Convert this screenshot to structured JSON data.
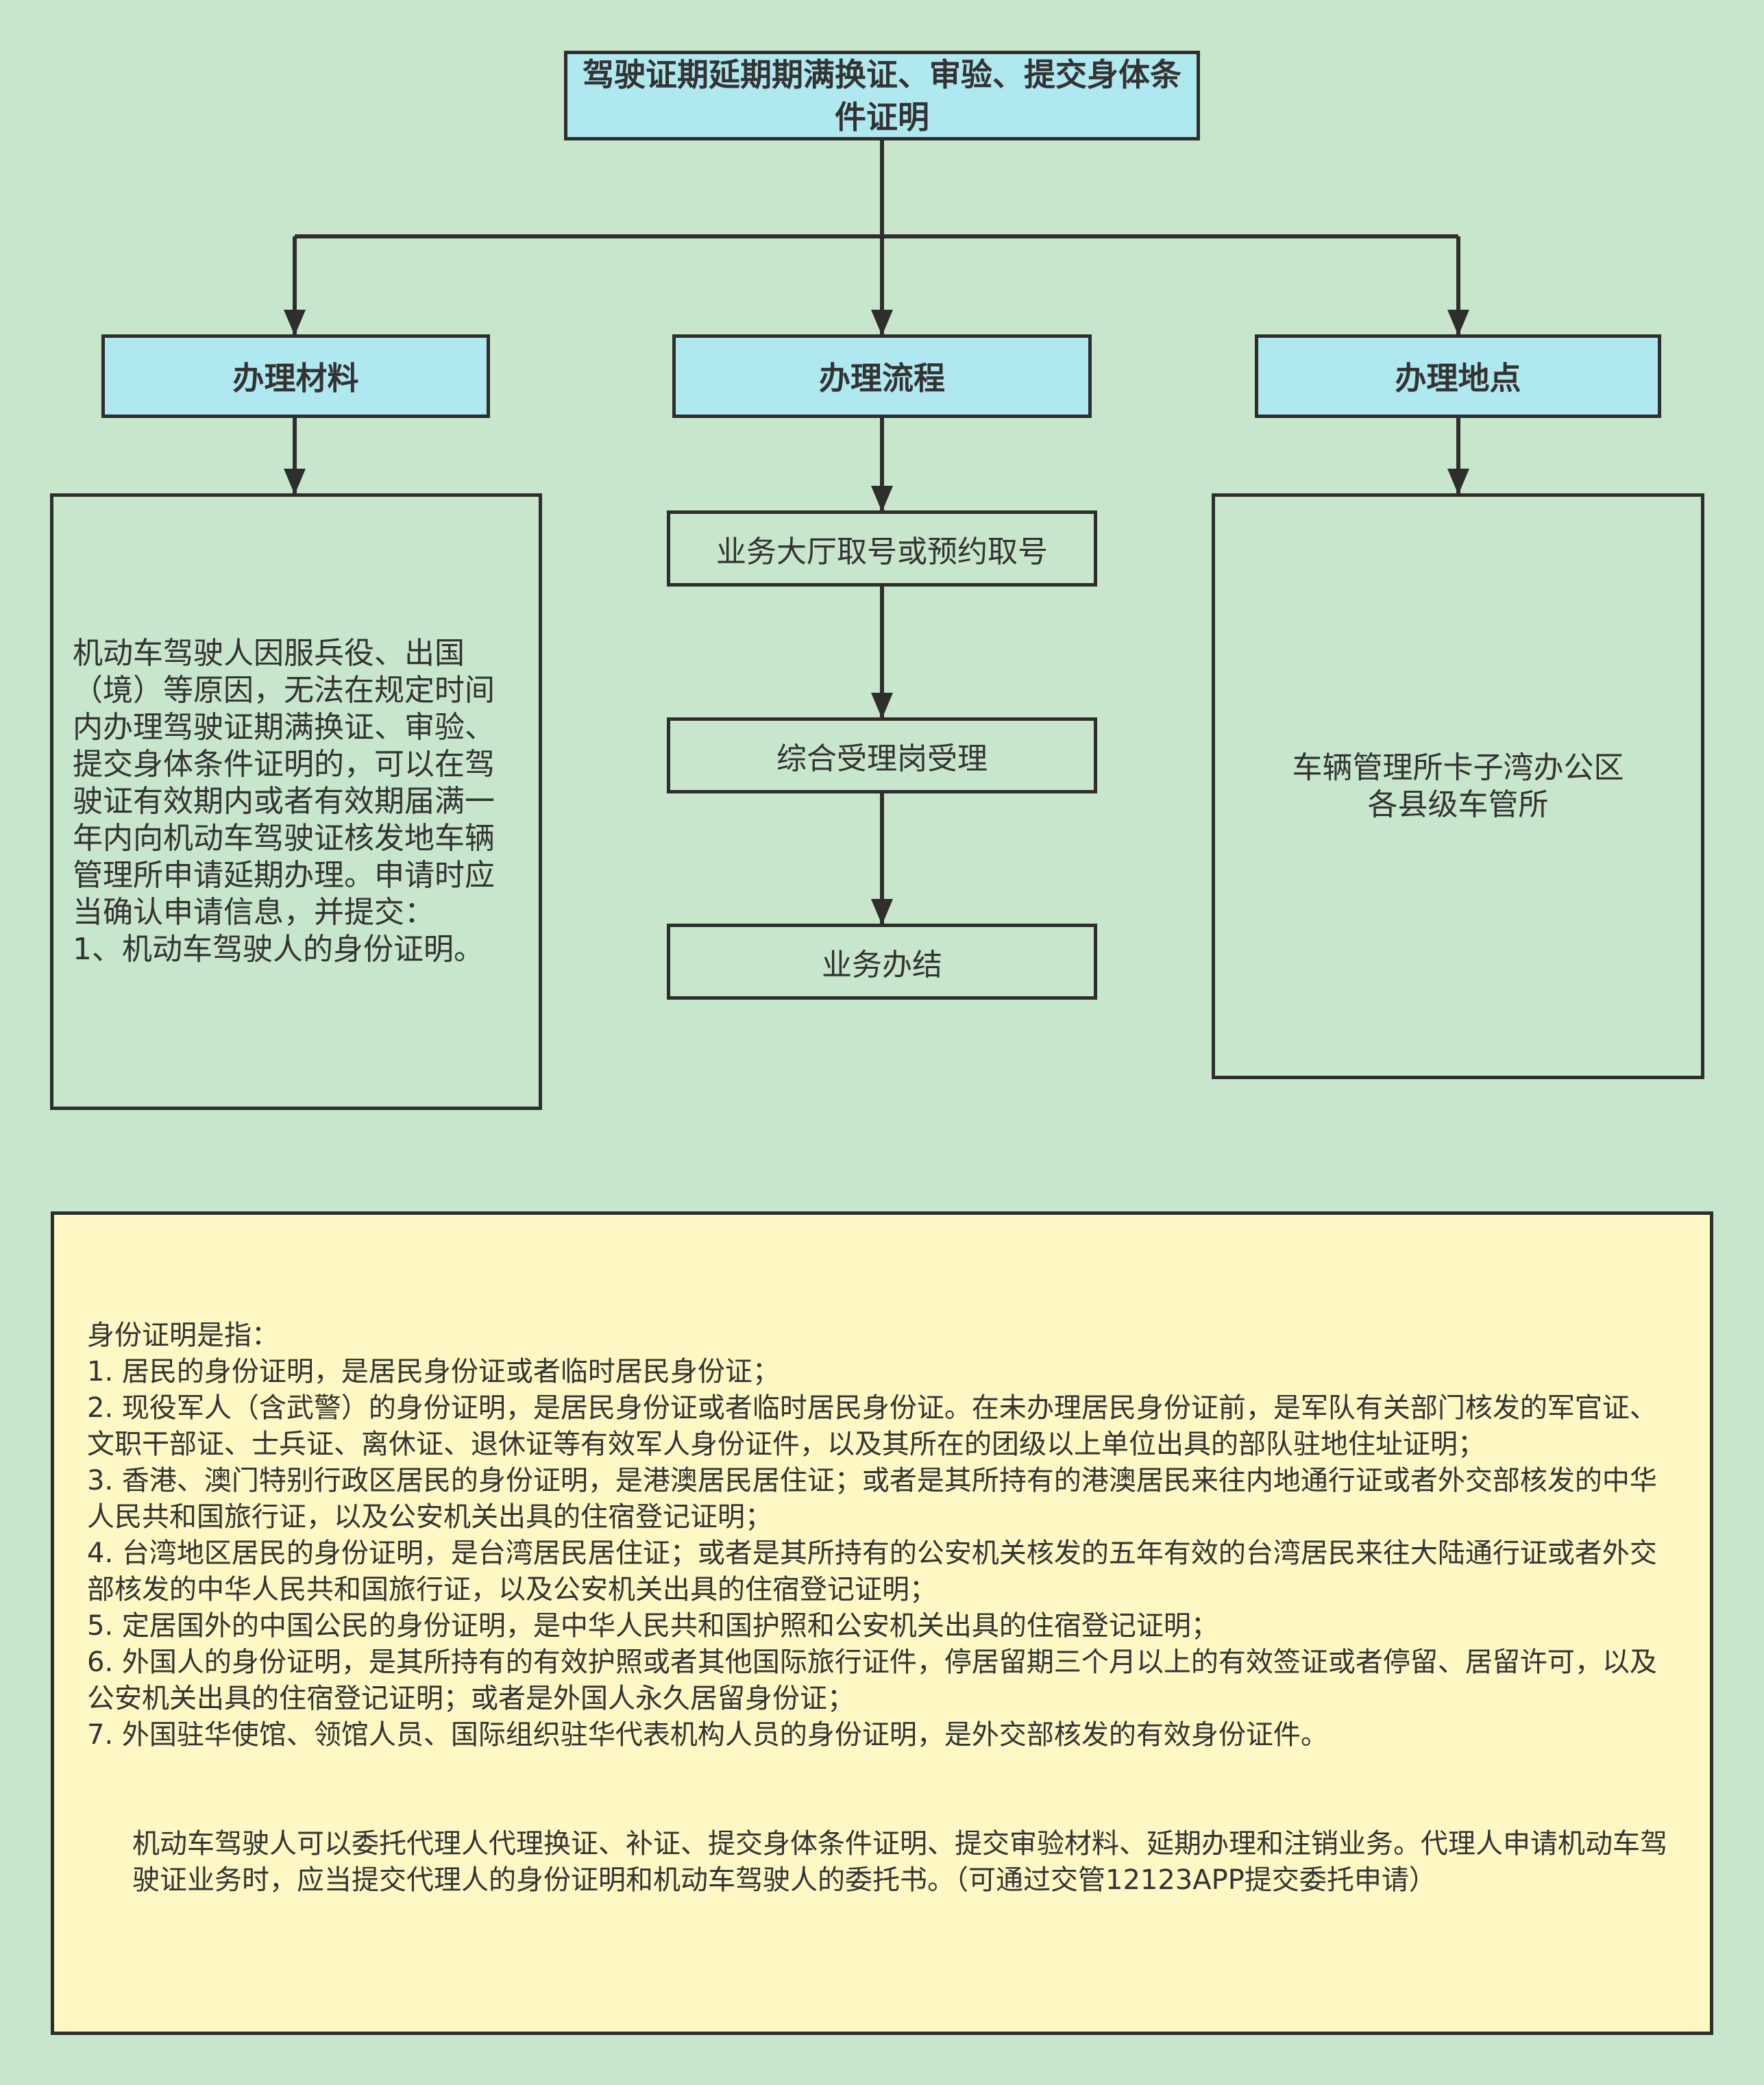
{
  "title": "驾驶证期延期期满换证、审验、提交身体条件证明",
  "branches": {
    "materials": {
      "header": "办理材料",
      "content": "机动车驾驶人因服兵役、出国（境）等原因，无法在规定时间内办理驾驶证期满换证、审验、提交身体条件证明的，可以在驾驶证有效期内或者有效期届满一年内向机动车驾驶证核发地车辆管理所申请延期办理。申请时应当确认申请信息，并提交：",
      "item": "1、机动车驾驶人的身份证明。"
    },
    "process": {
      "header": "办理流程",
      "steps": [
        "业务大厅取号或预约取号",
        "综合受理岗受理",
        "业务办结"
      ]
    },
    "location": {
      "header": "办理地点",
      "lines": [
        "车辆管理所卡子湾办公区",
        "各县级车管所"
      ]
    }
  },
  "note": {
    "heading": "身份证明是指：",
    "items": [
      "1. 居民的身份证明，是居民身份证或者临时居民身份证；",
      "2. 现役军人（含武警）的身份证明，是居民身份证或者临时居民身份证。在未办理居民身份证前，是军队有关部门核发的军官证、文职干部证、士兵证、离休证、退休证等有效军人身份证件，以及其所在的团级以上单位出具的部队驻地住址证明；",
      "3. 香港、澳门特别行政区居民的身份证明，是港澳居民居住证；或者是其所持有的港澳居民来往内地通行证或者外交部核发的中华人民共和国旅行证，以及公安机关出具的住宿登记证明；",
      "4. 台湾地区居民的身份证明，是台湾居民居住证；或者是其所持有的公安机关核发的五年有效的台湾居民来往大陆通行证或者外交部核发的中华人民共和国旅行证，以及公安机关出具的住宿登记证明；",
      "5. 定居国外的中国公民的身份证明，是中华人民共和国护照和公安机关出具的住宿登记证明；",
      "6. 外国人的身份证明，是其所持有的有效护照或者其他国际旅行证件，停居留期三个月以上的有效签证或者停留、居留许可，以及公安机关出具的住宿登记证明；或者是外国人永久居留身份证；",
      "7. 外国驻华使馆、领馆人员、国际组织驻华代表机构人员的身份证明，是外交部核发的有效身份证件。"
    ],
    "agent": "机动车驾驶人可以委托代理人代理换证、补证、提交身体条件证明、提交审验材料、延期办理和注销业务。代理人申请机动车驾驶证业务时，应当提交代理人的身份证明和机动车驾驶人的委托书。（可通过交管12123APP提交委托申请）"
  }
}
